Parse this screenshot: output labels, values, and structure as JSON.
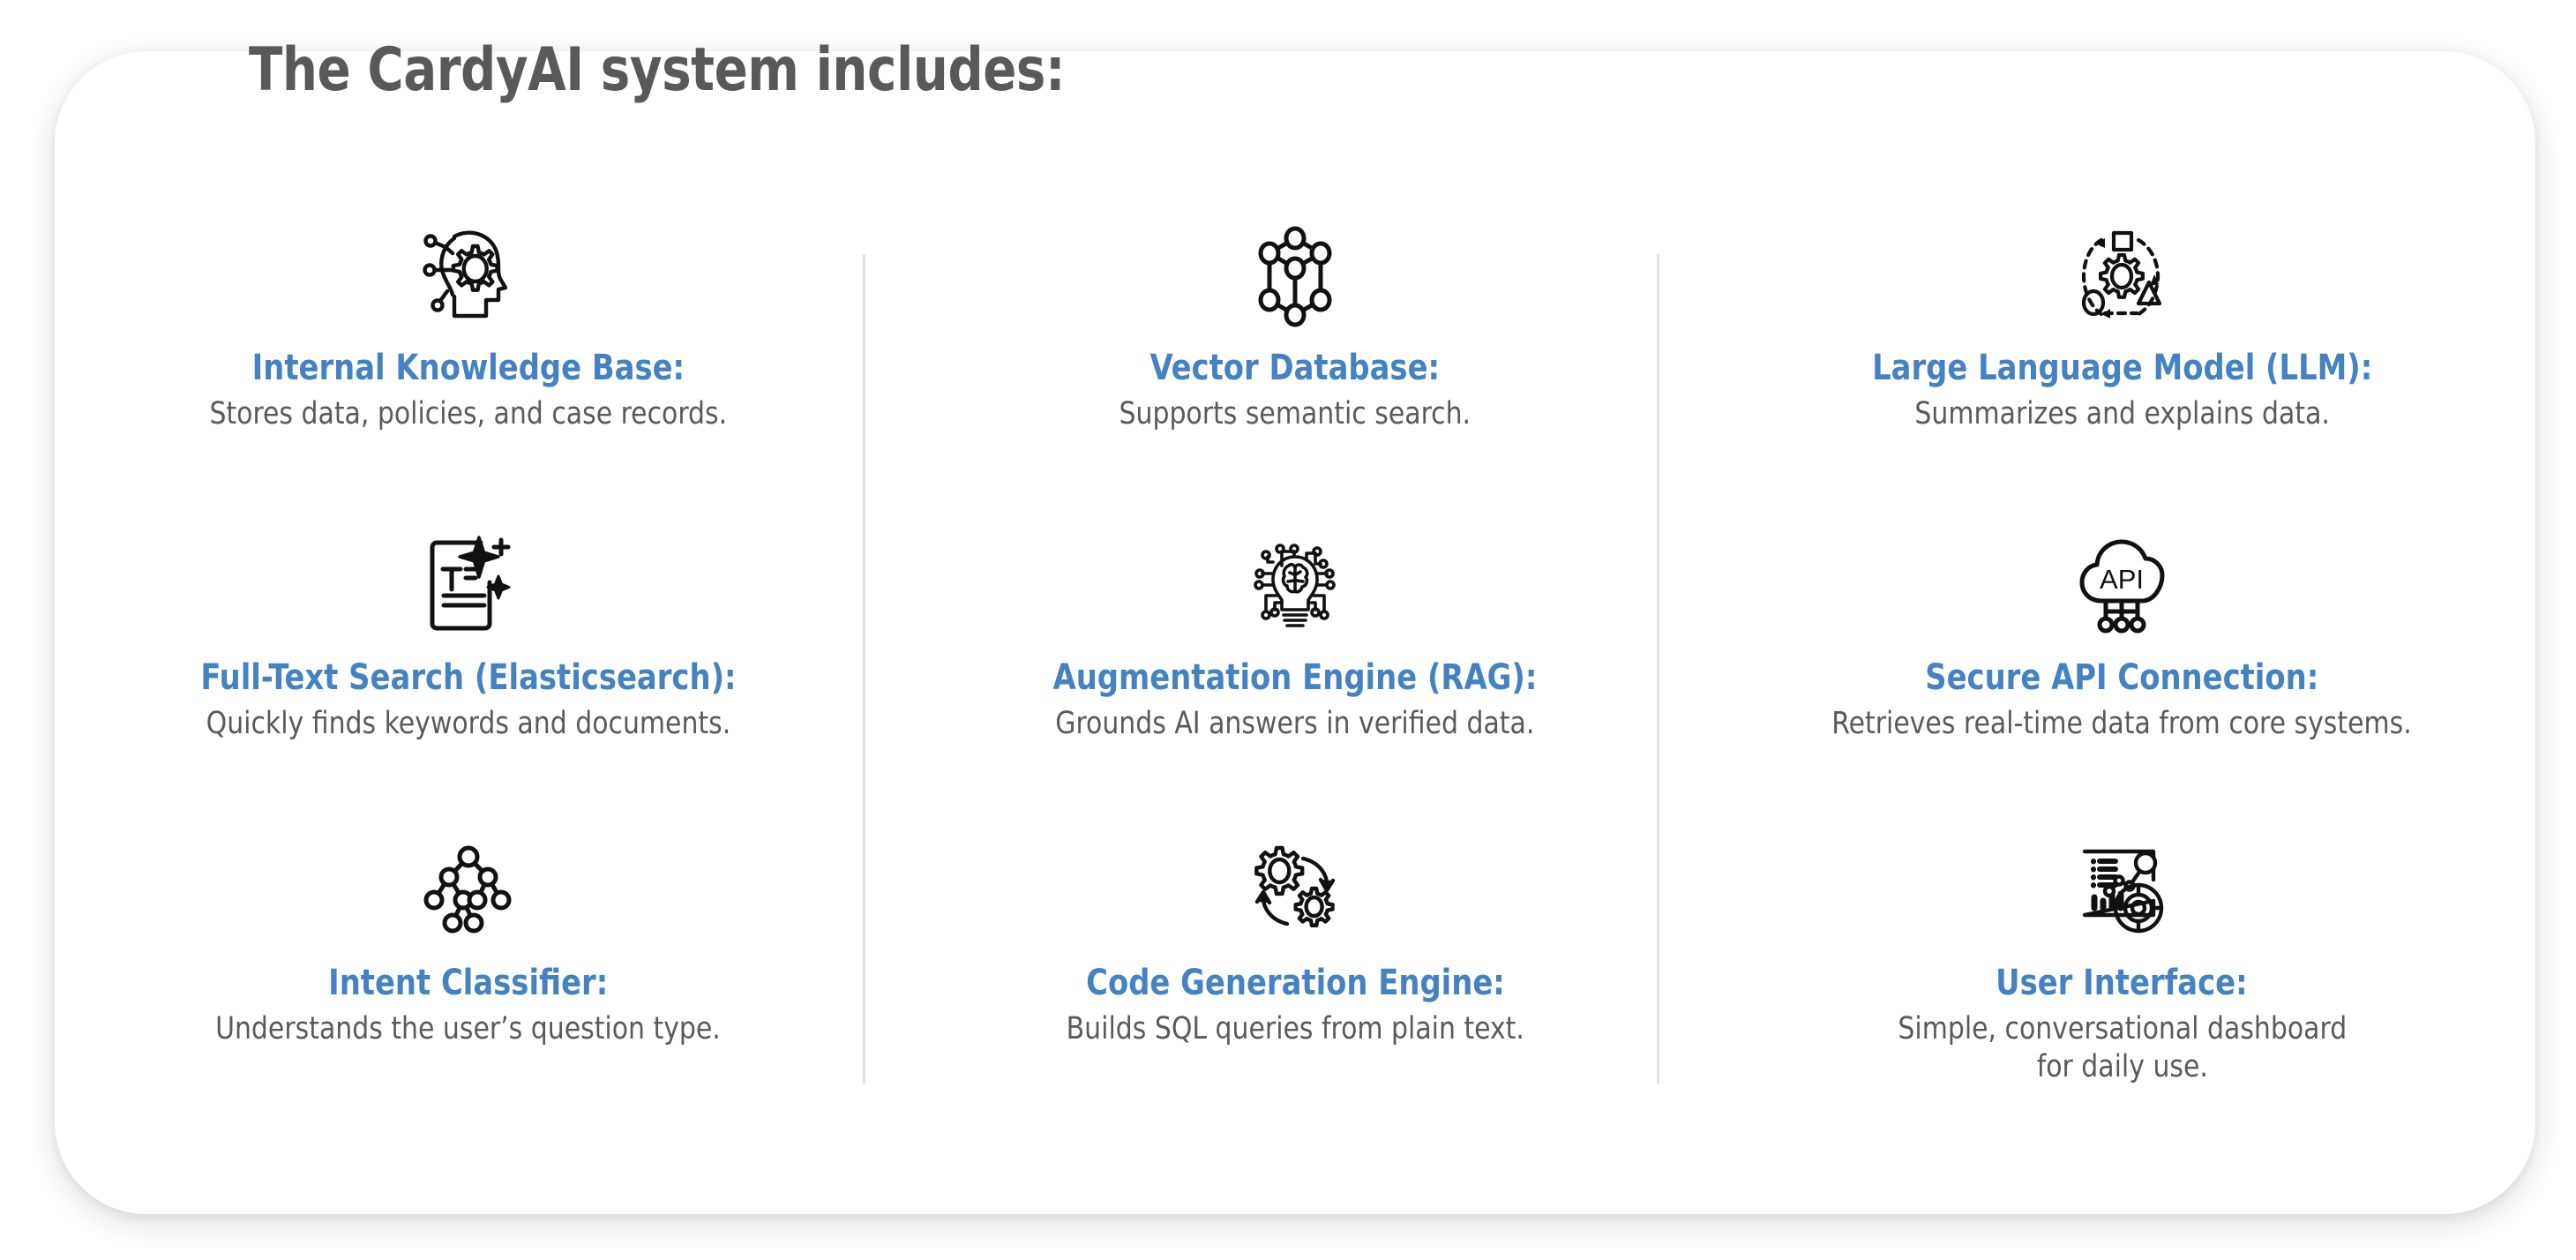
{
  "header": {
    "title": "The CardyAI system includes:"
  },
  "theme": {
    "accent_blue": "#4582C2",
    "title_gray": "#595959",
    "desc_gray": "#5a5a5a",
    "divider_gray": "#e2e2e2",
    "card_bg": "#ffffff"
  },
  "items": [
    {
      "icon": "head-gear-circuit-icon",
      "title": "Internal Knowledge Base:",
      "desc": "Stores data, policies, and case records."
    },
    {
      "icon": "cube-graph-nodes-icon",
      "title": "Vector Database:",
      "desc": "Supports semantic search."
    },
    {
      "icon": "gear-shapes-cycle-icon",
      "title": "Large Language Model (LLM):",
      "desc": "Summarizes and explains data."
    },
    {
      "icon": "document-sparkle-icon",
      "title": "Full-Text Search (Elasticsearch):",
      "desc": "Quickly finds keywords and documents."
    },
    {
      "icon": "brain-bulb-circuit-icon",
      "title": "Augmentation Engine (RAG):",
      "desc": "Grounds AI answers in verified data."
    },
    {
      "icon": "cloud-api-icon",
      "title": "Secure API Connection:",
      "desc": "Retrieves real-time data from core systems."
    },
    {
      "icon": "decision-tree-icon",
      "title": "Intent Classifier:",
      "desc": "Understands the user’s question type."
    },
    {
      "icon": "two-gears-arrows-icon",
      "title": "Code Generation Engine:",
      "desc": "Builds SQL queries from plain text."
    },
    {
      "icon": "dashboard-charts-icon",
      "title": "User Interface:",
      "desc": "Simple, conversational dashboard\nfor daily use."
    }
  ],
  "icon_labels": {
    "cloud_api_text": "API"
  }
}
